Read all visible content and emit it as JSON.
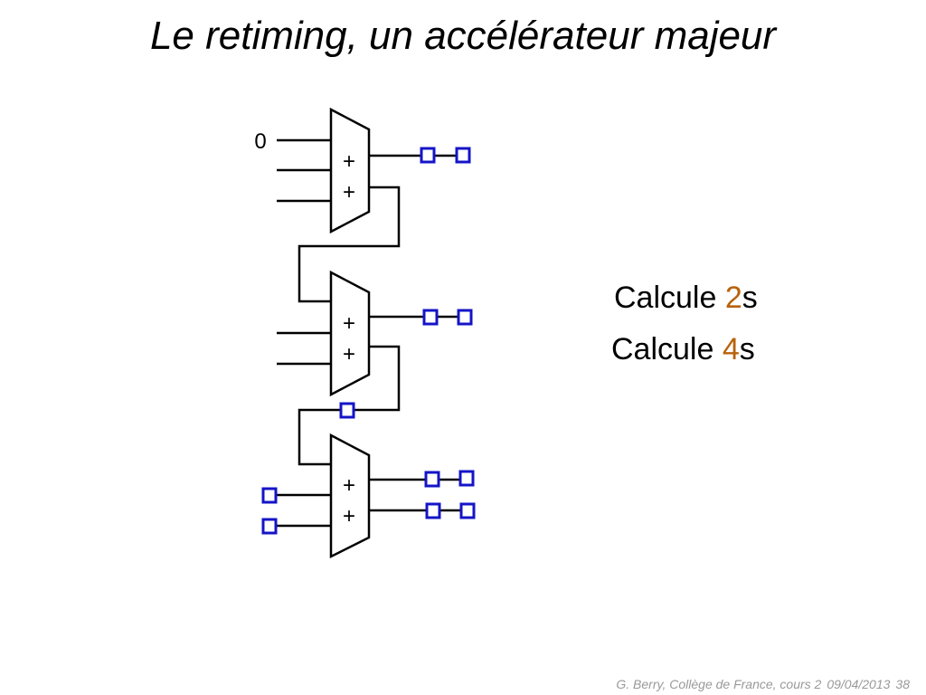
{
  "title": "Le retiming, un accélérateur majeur",
  "diagram": {
    "input_zero_label": "0",
    "adder_sign": "+"
  },
  "notes": [
    {
      "prefix": "Calcule ",
      "number": "2",
      "suffix": "s"
    },
    {
      "prefix": "Calcule ",
      "number": "4",
      "suffix": "s"
    }
  ],
  "footer": {
    "author": "G. Berry, Collège de France, cours 2",
    "date": "09/04/2013",
    "page": "38"
  },
  "colors": {
    "register": "#1414c8",
    "highlight_number": "#b8620a",
    "footer": "#999999"
  }
}
